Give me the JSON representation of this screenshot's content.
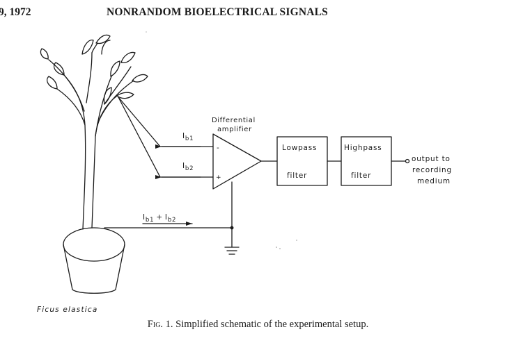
{
  "header": {
    "page_ref": "9, 1972",
    "title": "NONRANDOM BIOELECTRICAL SIGNALS"
  },
  "figure": {
    "amplifier_label_line1": "Differential",
    "amplifier_label_line2": "amplifier",
    "ib1": "I",
    "ib1_sub": "b1",
    "ib2": "I",
    "ib2_sub": "b2",
    "ibsum_a": "I",
    "ibsum_a_sub": "b1",
    "ibsum_plus": "+",
    "ibsum_b": "I",
    "ibsum_b_sub": "b2",
    "minus_sign": "-",
    "plus_sign": "+",
    "lowpass_line1": "Lowpass",
    "lowpass_line2": "filter",
    "highpass_line1": "Highpass",
    "highpass_line2": "filter",
    "output_line1": "output to",
    "output_line2": "recording",
    "output_line3": "medium",
    "plant_label": "Ficus elastica"
  },
  "caption": {
    "fig_label": "Fig. 1.",
    "text": "Simplified schematic of the experimental setup."
  }
}
